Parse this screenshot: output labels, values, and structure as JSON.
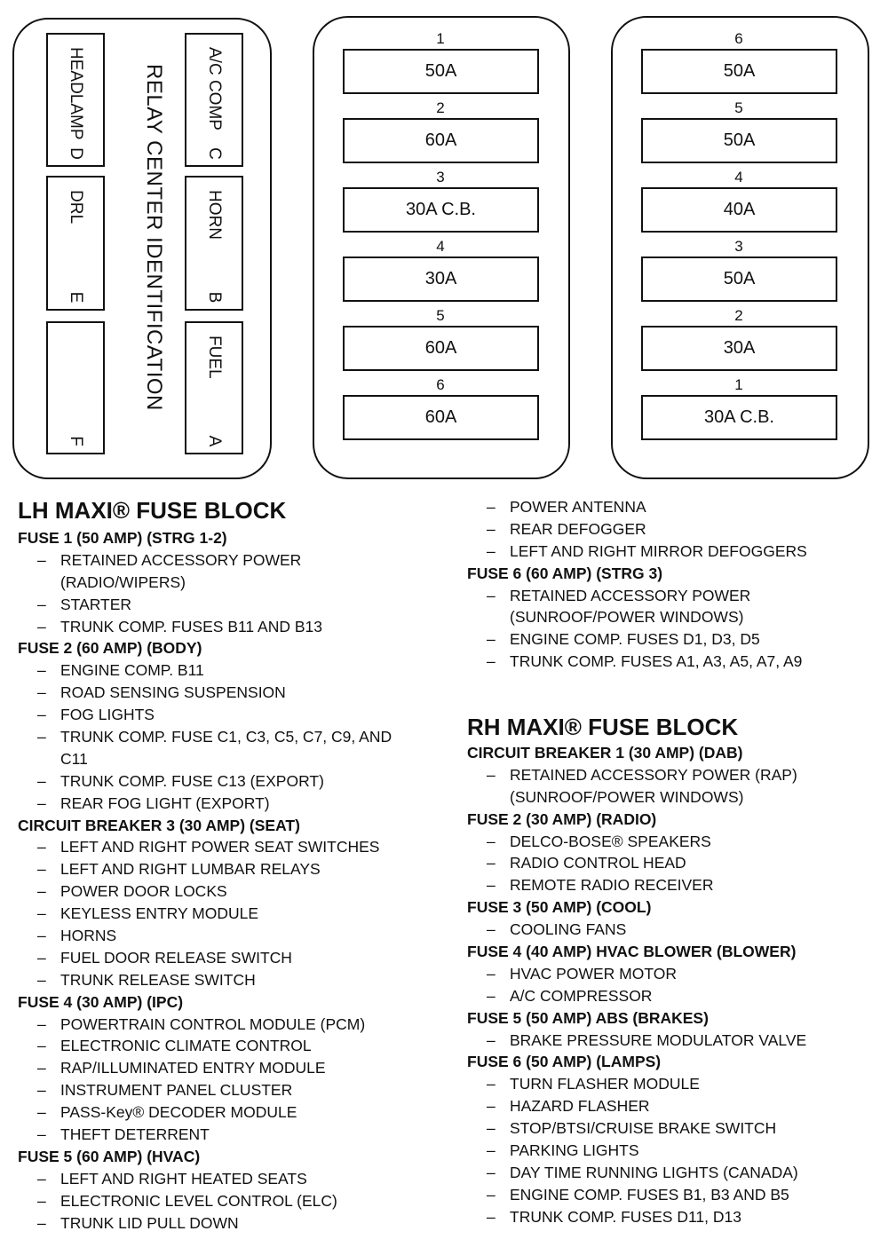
{
  "relay_center": {
    "title": "RELAY CENTER IDENTIFICATION",
    "relays": [
      {
        "letter": "C",
        "name": "A/C COMP"
      },
      {
        "letter": "B",
        "name": "HORN"
      },
      {
        "letter": "A",
        "name": "FUEL"
      },
      {
        "letter": "D",
        "name": "HEADLAMP"
      },
      {
        "letter": "E",
        "name": "DRL"
      },
      {
        "letter": "F",
        "name": ""
      }
    ]
  },
  "lh_block": [
    {
      "num": "1",
      "rating": "50A"
    },
    {
      "num": "2",
      "rating": "60A"
    },
    {
      "num": "3",
      "rating": "30A C.B."
    },
    {
      "num": "4",
      "rating": "30A"
    },
    {
      "num": "5",
      "rating": "60A"
    },
    {
      "num": "6",
      "rating": "60A"
    }
  ],
  "rh_block": [
    {
      "num": "6",
      "rating": "50A"
    },
    {
      "num": "5",
      "rating": "50A"
    },
    {
      "num": "4",
      "rating": "40A"
    },
    {
      "num": "3",
      "rating": "50A"
    },
    {
      "num": "2",
      "rating": "30A"
    },
    {
      "num": "1",
      "rating": "30A C.B."
    }
  ],
  "lh_heading": "LH MAXI® FUSE BLOCK",
  "rh_heading": "RH MAXI® FUSE BLOCK",
  "dash": "–",
  "lh_lines": [
    {
      "t": "head",
      "text": "FUSE 1 (50 AMP) (STRG 1-2)"
    },
    {
      "t": "item",
      "text": "RETAINED ACCESSORY POWER"
    },
    {
      "t": "cont",
      "text": "(RADIO/WIPERS)"
    },
    {
      "t": "item",
      "text": "STARTER"
    },
    {
      "t": "item",
      "text": "TRUNK COMP. FUSES B11 AND B13"
    },
    {
      "t": "head",
      "text": "FUSE 2 (60 AMP) (BODY)"
    },
    {
      "t": "item",
      "text": "ENGINE COMP. B11"
    },
    {
      "t": "item",
      "text": "ROAD SENSING SUSPENSION"
    },
    {
      "t": "item",
      "text": "FOG LIGHTS"
    },
    {
      "t": "item",
      "text": "TRUNK COMP. FUSE C1, C3, C5, C7, C9, AND"
    },
    {
      "t": "cont",
      "text": "C11"
    },
    {
      "t": "item",
      "text": "TRUNK COMP. FUSE C13 (EXPORT)"
    },
    {
      "t": "item",
      "text": "REAR FOG LIGHT (EXPORT)"
    },
    {
      "t": "head",
      "text": "CIRCUIT BREAKER 3 (30 AMP) (SEAT)"
    },
    {
      "t": "item",
      "text": "LEFT AND RIGHT POWER SEAT SWITCHES"
    },
    {
      "t": "item",
      "text": "LEFT AND RIGHT LUMBAR RELAYS"
    },
    {
      "t": "item",
      "text": "POWER DOOR LOCKS"
    },
    {
      "t": "item",
      "text": "KEYLESS ENTRY MODULE"
    },
    {
      "t": "item",
      "text": "HORNS"
    },
    {
      "t": "item",
      "text": "FUEL DOOR RELEASE SWITCH"
    },
    {
      "t": "item",
      "text": "TRUNK RELEASE SWITCH"
    },
    {
      "t": "head",
      "text": "FUSE 4 (30 AMP) (IPC)"
    },
    {
      "t": "item",
      "text": "POWERTRAIN CONTROL MODULE (PCM)"
    },
    {
      "t": "item",
      "text": "ELECTRONIC CLIMATE CONTROL"
    },
    {
      "t": "item",
      "text": "RAP/ILLUMINATED ENTRY MODULE"
    },
    {
      "t": "item",
      "text": "INSTRUMENT PANEL CLUSTER"
    },
    {
      "t": "item",
      "text": "PASS-Key® DECODER MODULE"
    },
    {
      "t": "item",
      "text": "THEFT DETERRENT"
    },
    {
      "t": "head",
      "text": "FUSE 5 (60 AMP) (HVAC)"
    },
    {
      "t": "item",
      "text": "LEFT AND RIGHT HEATED SEATS"
    },
    {
      "t": "item",
      "text": "ELECTRONIC LEVEL CONTROL (ELC)"
    },
    {
      "t": "item",
      "text": "TRUNK LID PULL DOWN"
    }
  ],
  "lh_cont_lines": [
    {
      "t": "item",
      "text": "POWER ANTENNA"
    },
    {
      "t": "item",
      "text": "REAR DEFOGGER"
    },
    {
      "t": "item",
      "text": "LEFT AND RIGHT MIRROR DEFOGGERS"
    },
    {
      "t": "head",
      "text": "FUSE 6 (60 AMP) (STRG 3)"
    },
    {
      "t": "item",
      "text": "RETAINED ACCESSORY POWER"
    },
    {
      "t": "cont",
      "text": "(SUNROOF/POWER WINDOWS)"
    },
    {
      "t": "item",
      "text": "ENGINE COMP. FUSES D1, D3, D5"
    },
    {
      "t": "item",
      "text": "TRUNK COMP. FUSES A1, A3, A5, A7, A9"
    }
  ],
  "rh_lines": [
    {
      "t": "head",
      "text": "CIRCUIT BREAKER 1 (30 AMP) (DAB)"
    },
    {
      "t": "item",
      "text": "RETAINED ACCESSORY POWER (RAP)"
    },
    {
      "t": "cont",
      "text": "(SUNROOF/POWER WINDOWS)"
    },
    {
      "t": "head",
      "text": "FUSE 2 (30 AMP) (RADIO)"
    },
    {
      "t": "item",
      "text": "DELCO-BOSE® SPEAKERS"
    },
    {
      "t": "item",
      "text": "RADIO CONTROL HEAD"
    },
    {
      "t": "item",
      "text": "REMOTE RADIO RECEIVER"
    },
    {
      "t": "head",
      "text": "FUSE 3 (50 AMP) (COOL)"
    },
    {
      "t": "item",
      "text": "COOLING FANS"
    },
    {
      "t": "head",
      "text": "FUSE 4 (40 AMP) HVAC BLOWER (BLOWER)"
    },
    {
      "t": "item",
      "text": "HVAC POWER MOTOR"
    },
    {
      "t": "item",
      "text": "A/C COMPRESSOR"
    },
    {
      "t": "head",
      "text": "FUSE 5 (50 AMP) ABS (BRAKES)"
    },
    {
      "t": "item",
      "text": "BRAKE PRESSURE MODULATOR VALVE"
    },
    {
      "t": "head",
      "text": "FUSE 6 (50 AMP) (LAMPS)"
    },
    {
      "t": "item",
      "text": "TURN FLASHER MODULE"
    },
    {
      "t": "item",
      "text": "HAZARD FLASHER"
    },
    {
      "t": "item",
      "text": "STOP/BTSI/CRUISE BRAKE SWITCH"
    },
    {
      "t": "item",
      "text": "PARKING LIGHTS"
    },
    {
      "t": "item",
      "text": "DAY TIME RUNNING LIGHTS (CANADA)"
    },
    {
      "t": "item",
      "text": "ENGINE COMP. FUSES B1, B3 AND B5"
    },
    {
      "t": "item",
      "text": "TRUNK COMP. FUSES D11, D13"
    }
  ]
}
